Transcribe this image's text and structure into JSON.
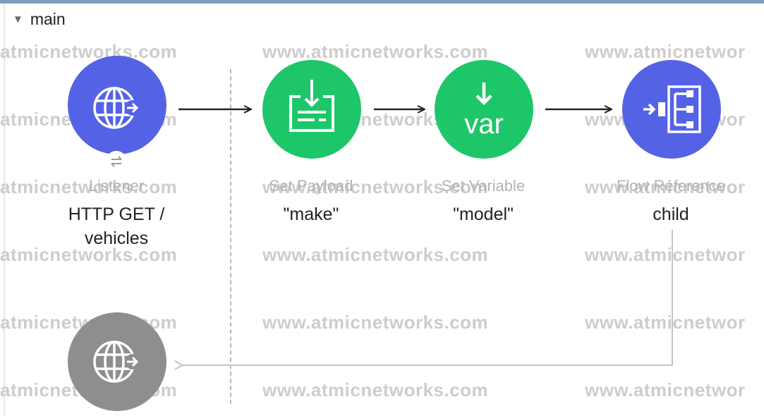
{
  "flow": {
    "name": "main",
    "toggle_icon": "triangle-down-icon"
  },
  "watermark": {
    "texts": [
      "atmicnetworks.com",
      "www.atmicnetworks.com",
      "www.atmicnetwor",
      "atmicnetworks.com",
      "www.atmicnetworks.com",
      "www.atmicnetwor",
      "atmicnetworks.com",
      "www.atmicnetworks.com",
      "www.atmicnetwor",
      "atmicnetworks.com",
      "www.atmicnetworks.com",
      "www.atmicnetwor",
      "atmicnetworks.com",
      "www.atmicnetworks.com",
      "www.atmicnetwor",
      "atmicnetworks.com",
      "www.atmicnetworks.com",
      "www.atmicnetwor"
    ]
  },
  "components": [
    {
      "id": "listener",
      "type_label": "Listener",
      "value_lines": [
        "HTTP GET /",
        "vehicles"
      ],
      "color": "#5463e6",
      "icon": "http-listener-globe-icon"
    },
    {
      "id": "set-payload",
      "type_label": "Set Payload",
      "value_lines": [
        "\"make\""
      ],
      "color": "#1ec66a",
      "icon": "set-payload-icon"
    },
    {
      "id": "set-variable",
      "type_label": "Set Variable",
      "value_lines": [
        "\"model\""
      ],
      "color": "#1ec66a",
      "icon": "set-variable-icon",
      "icon_text": "var"
    },
    {
      "id": "flow-reference",
      "type_label": "Flow Reference",
      "value_lines": [
        "child"
      ],
      "color": "#5463e6",
      "icon": "flow-reference-icon"
    },
    {
      "id": "response",
      "type_label": "",
      "value_lines": [],
      "color": "#8e8e8e",
      "icon": "http-response-globe-icon"
    }
  ],
  "colors": {
    "arrow": "#222222",
    "return_line": "#c4c4c4",
    "divider": "#b8b8b8"
  }
}
